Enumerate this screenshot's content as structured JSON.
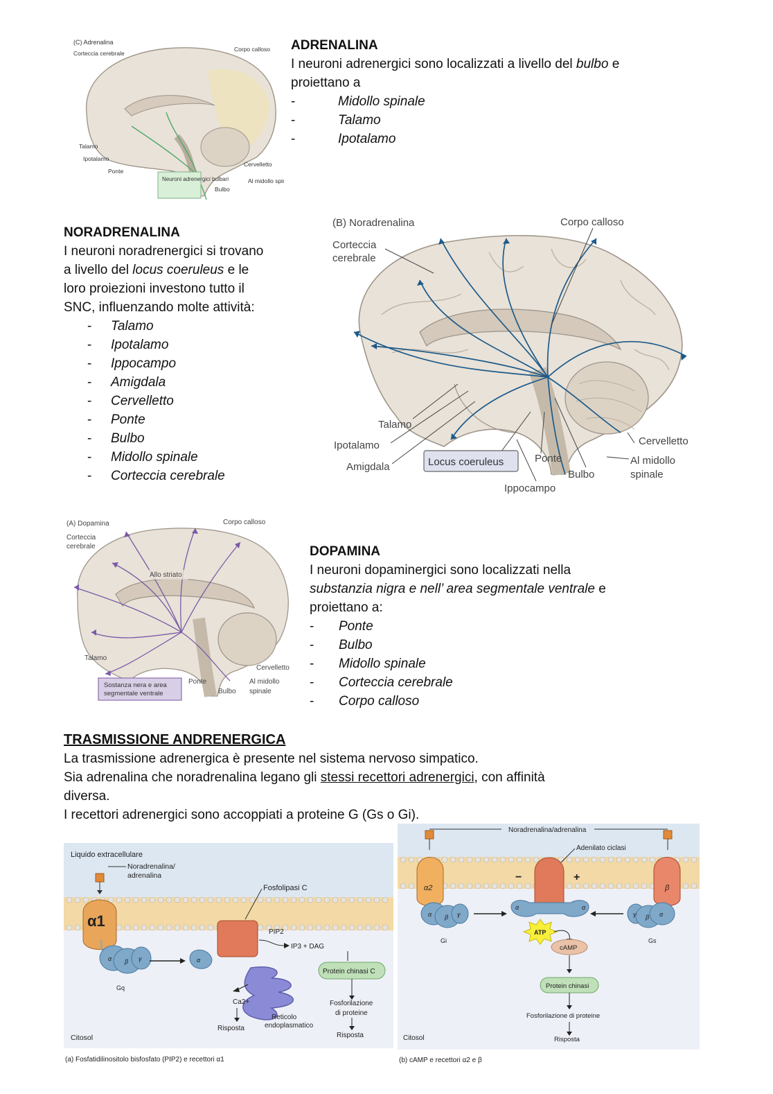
{
  "adrenalina": {
    "heading": "ADRENALINA",
    "intro_1": "I neuroni adrenergici sono localizzati a livello del",
    "intro_em": "bulbo",
    "intro_2": "e",
    "intro_3": "proiettano a",
    "items": [
      "Midollo spinale",
      "Talamo",
      "Ipotalamo"
    ],
    "figure": {
      "title": "(C) Adrenalina",
      "labels": [
        "Corteccia cerebrale",
        "Corpo calloso",
        "Talamo",
        "Ipotalamo",
        "Ponte",
        "Neuroni adrenergici bulbari",
        "Bulbo",
        "Cervelletto",
        "Al midollo spinale"
      ]
    }
  },
  "noradrenalina": {
    "heading": "NORADRENALINA",
    "line1": "I neuroni noradrenergici si trovano",
    "line2a": "a livello del",
    "line2em": "locus coeruleus",
    "line2b": "e le",
    "line3": "loro proiezioni investono tutto il",
    "line4": "SNC, influenzando molte attività:",
    "items": [
      "Talamo",
      "Ipotalamo",
      "Ippocampo",
      "Amigdala",
      "Cervelletto",
      "Ponte",
      "Bulbo",
      "Midollo spinale",
      "Corteccia cerebrale"
    ],
    "figure": {
      "title": "(B)  Noradrenalina",
      "corteccia": "Corteccia",
      "cerebrale": "cerebrale",
      "corpo_calloso": "Corpo calloso",
      "talamo": "Talamo",
      "ipotalamo": "Ipotalamo",
      "amigdala": "Amigdala",
      "locus": "Locus coeruleus",
      "ponte": "Ponte",
      "bulbo": "Bulbo",
      "ippocampo": "Ippocampo",
      "cervelletto": "Cervelletto",
      "al_midollo": "Al midollo",
      "spinale": "spinale"
    }
  },
  "dopamina": {
    "heading": "DOPAMINA",
    "line1": "I neuroni dopaminergici sono localizzati nella",
    "line2em": "substanzia nigra e nell’ area segmentale ventrale",
    "line2b": "e",
    "line3": "proiettano a:",
    "items": [
      "Ponte",
      "Bulbo",
      "Midollo spinale",
      "Corteccia cerebrale",
      "Corpo calloso"
    ],
    "figure": {
      "title": "(A)  Dopamina",
      "corteccia": "Corteccia",
      "cerebrale": "cerebrale",
      "corpo_calloso": "Corpo calloso",
      "allo_striato": "Allo striato",
      "talamo": "Talamo",
      "cervelletto": "Cervelletto",
      "sostanza1": "Sostanza nera e area",
      "sostanza2": "segmentale ventrale",
      "ponte": "Ponte",
      "bulbo": "Bulbo",
      "al_midollo": "Al midollo",
      "spinale": "spinale"
    }
  },
  "trasmissione": {
    "heading": "TRASMISSIONE ANDRENERGICA",
    "p1": "La trasmissione adrenergica è presente nel sistema nervoso simpatico.",
    "p2a": "Sia adrenalina che noradrenalina legano gli",
    "p2u": "stessi recettori adrenergici",
    "p2b": ", con affinità",
    "p2c": "diversa.",
    "p3": "I recettori adrenergici sono accoppiati a proteine G (Gs o Gi)."
  },
  "fig_a": {
    "liquido": "Liquido extracellulare",
    "nor1": "Noradrenalina/",
    "nor2": "adrenalina",
    "fosfolipasi": "Fosfolipasi C",
    "alpha1": "α1",
    "pip2": "PIP2",
    "ip3": "IP3 + DAG",
    "protein_chinasi_c": "Protein chinasi C",
    "fosforilazione1": "Fosforilazione",
    "fosforilazione2": "di proteine",
    "risposta": "Risposta",
    "ca": "Ca2+",
    "reticolo1": "Reticolo",
    "reticolo2": "endoplasmatico",
    "citosol": "Citosol",
    "gq": "Gq",
    "caption": "(a) Fosfatidilinositolo bisfosfato (PIP2) e recettori α1"
  },
  "fig_b": {
    "nor": "Noradrenalina/adrenalina",
    "adenilato": "Adenilato ciclasi",
    "minus": "−",
    "plus": "+",
    "alpha2": "α2",
    "beta": "β",
    "atp": "ATP",
    "camp": "cAMP",
    "protein_chinasi": "Protein chinasi",
    "fosforilazione": "Fosforilazione di proteine",
    "risposta": "Risposta",
    "citosol": "Citosol",
    "gi": "Gi",
    "gs": "Gs",
    "caption": "(b) cAMP e recettori α2 e β"
  },
  "colors": {
    "brain": "#e9e2d8",
    "brain_edge": "#9e958a",
    "nor_arrow": "#1d5a8a",
    "dop_arrow": "#7a5aa8",
    "adr_arrow": "#4fa86a",
    "receptor": "#e9a55a",
    "gprotein": "#7fa8c9",
    "enzyme": "#e07a5a",
    "kinase": "#bfe0b8",
    "membrane": "#d9c7a0"
  }
}
